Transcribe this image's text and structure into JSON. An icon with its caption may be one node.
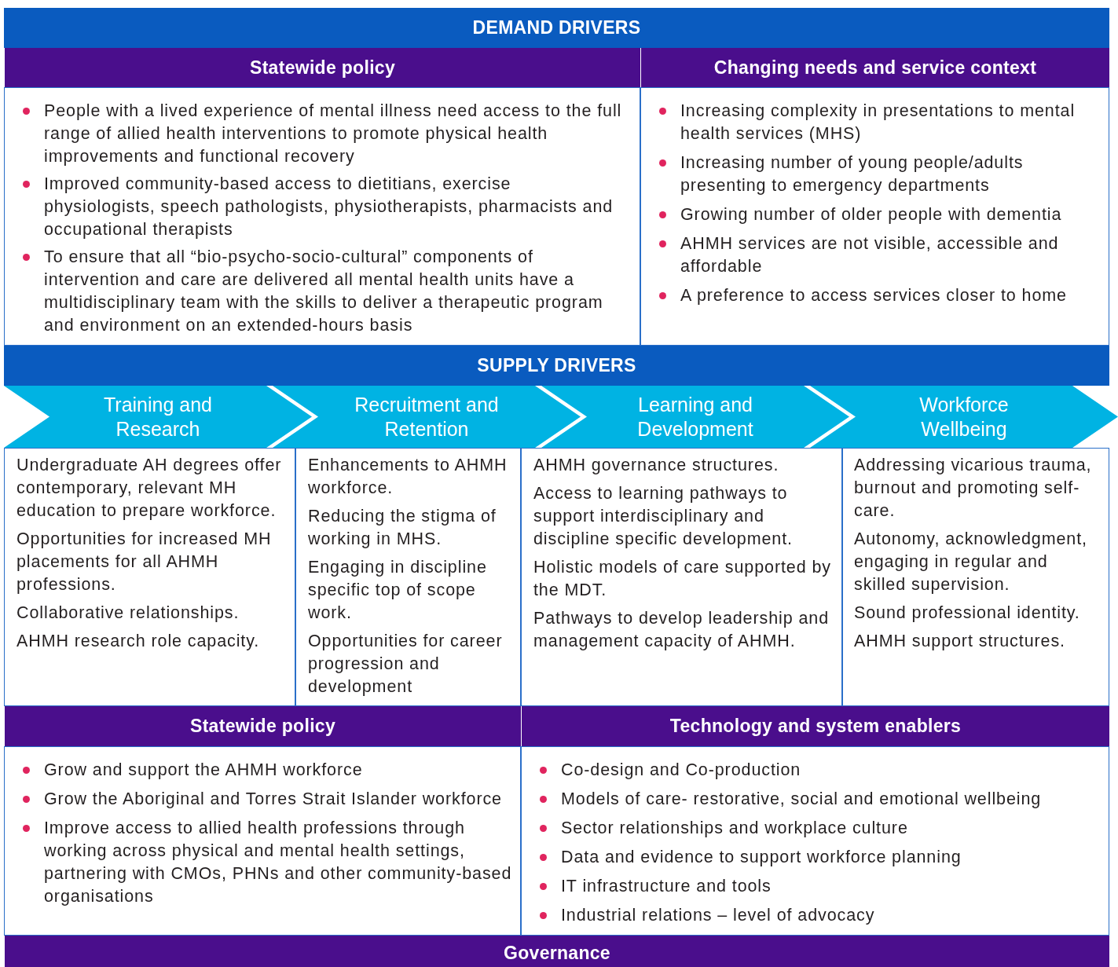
{
  "diagram": {
    "nodes": [
      {
        "text": [
          "DEMAND DRIVERS"
        ]
      },
      {
        "text": [
          "Statewide policy"
        ]
      },
      {
        "text": [
          "Changing needs and service context"
        ]
      },
      {
        "text": [
          "People with a lived experience of mental illness need access to the full range of allied health interventions to promote physical health improvements and functional recovery",
          "Improved community-based access to dietitians, exercise physiologists, speech pathologists, physiotherapists, pharmacists and occupational therapists",
          "To ensure that all “bio-psycho-socio-cultural” components of intervention and care are delivered all mental health units have a multidisciplinary team with the skills to deliver a therapeutic program and environment on an extended-hours basis"
        ]
      },
      {
        "text": [
          "Increasing complexity in presentations to mental health services (MHS)",
          "Increasing number of young people/adults presenting to emergency departments",
          "Growing number of older people with dementia",
          "AHMH services are not visible, accessible and affordable",
          "A preference to access services closer to home"
        ]
      },
      {
        "text": [
          "SUPPLY DRIVERS"
        ]
      },
      {
        "text": [
          "Training and Research"
        ]
      },
      {
        "text": [
          "Recruitment and Retention"
        ]
      },
      {
        "text": [
          "Learning and Development"
        ]
      },
      {
        "text": [
          "Workforce Wellbeing"
        ]
      },
      {
        "text": [
          "Undergraduate AH degrees offer contemporary, relevant MH education to prepare workforce.",
          "Opportunities for increased MH placements for all AHMH professions.",
          "Collaborative relationships.",
          "AHMH research role capacity."
        ]
      },
      {
        "text": [
          "Enhancements to AHMH workforce.",
          "Reducing the stigma of working in MHS.",
          "Engaging in discipline specific top of scope work.",
          "Opportunities for career progression and development"
        ]
      },
      {
        "text": [
          "AHMH governance structures.",
          "Access to learning pathways to support interdisciplinary and discipline specific development.",
          "Holistic models of care supported by the MDT.",
          "Pathways to develop leadership and management capacity of AHMH."
        ]
      },
      {
        "text": [
          "Addressing vicarious trauma, burnout and promoting self- care.",
          "Autonomy, acknowledgment, engaging in regular and skilled supervision.",
          "Sound professional identity.",
          "AHMH support structures."
        ]
      },
      {
        "text": [
          "Statewide policy"
        ]
      },
      {
        "text": [
          "Technology and system enablers"
        ]
      },
      {
        "text": [
          "Grow and support the AHMH workforce",
          "Grow the Aboriginal and Torres Strait Islander workforce",
          "Improve access to allied health professions through working across physical and mental health settings, partnering with CMOs, PHNs and other community-based organisations"
        ]
      },
      {
        "text": [
          "Co-design and Co-production",
          "Models of care- restorative, social and emotional wellbeing",
          "Sector relationships and workplace culture",
          "Data and evidence to support workforce planning",
          "IT infrastructure and tools",
          "Industrial relations – level of advocacy"
        ]
      },
      {
        "text": [
          "Governance"
        ]
      }
    ],
    "edges": []
  }
}
